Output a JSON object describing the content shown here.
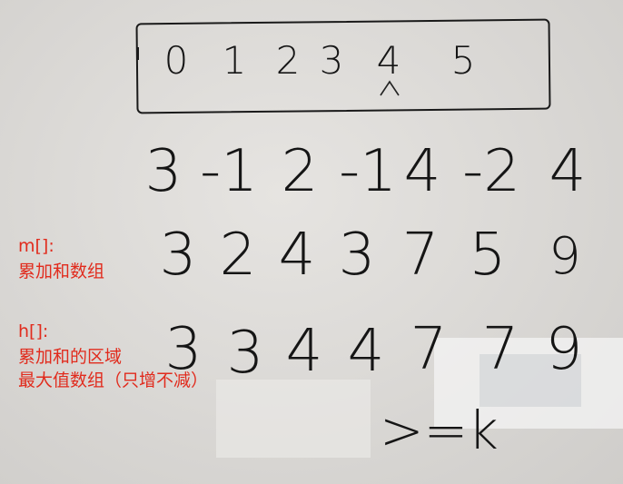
{
  "indices": [
    "0",
    "1",
    "2",
    "3",
    "4",
    "5"
  ],
  "array": [
    "3",
    "-1",
    "2",
    "-1",
    "4",
    "-2",
    "4"
  ],
  "prefix_sum": [
    "3",
    "2",
    "4",
    "3",
    "7",
    "5",
    "9"
  ],
  "prefix_max": [
    "3",
    "3",
    "4",
    "4",
    "7",
    "7",
    "9"
  ],
  "labels": {
    "m_name": "m[]:",
    "m_desc": "累加和数组",
    "h_name": "h[]:",
    "h_desc1": "累加和的区域",
    "h_desc2": "最大值数组（只增不减）"
  },
  "note": ">=k",
  "colors": {
    "annotation": "#e12b1d",
    "ink": "#151515"
  }
}
